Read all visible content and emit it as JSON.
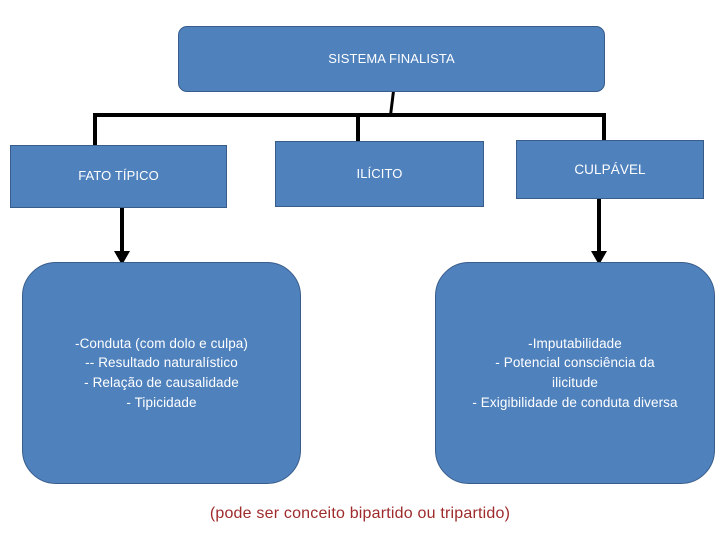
{
  "diagram": {
    "title": "SISTEMA FINALISTA",
    "type": "hierarchical-flowchart",
    "colors": {
      "node_fill": "#4f81bd",
      "node_border": "#385d8a",
      "node_text": "#ffffff",
      "connector": "#000000",
      "caption_text": "#9e2a2b",
      "background": "#ffffff"
    },
    "root": {
      "label": "SISTEMA FINALISTA"
    },
    "level2": [
      {
        "label": "FATO TÍPICO"
      },
      {
        "label": "ILÍCITO"
      },
      {
        "label": "CULPÁVEL"
      }
    ],
    "level3": [
      {
        "parent": "FATO TÍPICO",
        "lines": [
          "-Conduta (com dolo e culpa)",
          "-- Resultado naturalístico",
          "- Relação de causalidade",
          "- Tipicidade"
        ],
        "text": "-Conduta (com dolo e culpa)\n-- Resultado naturalístico\n- Relação de causalidade\n- Tipicidade"
      },
      {
        "parent": "CULPÁVEL",
        "lines": [
          "-Imputabilidade",
          "- Potencial consciência da ilicitude",
          "- Exigibilidade de conduta diversa"
        ],
        "text": "-Imputabilidade\n- Potencial consciência da\nilicitude\n- Exigibilidade de conduta diversa"
      }
    ],
    "caption": "(pode ser conceito bipartido ou tripartido)"
  }
}
